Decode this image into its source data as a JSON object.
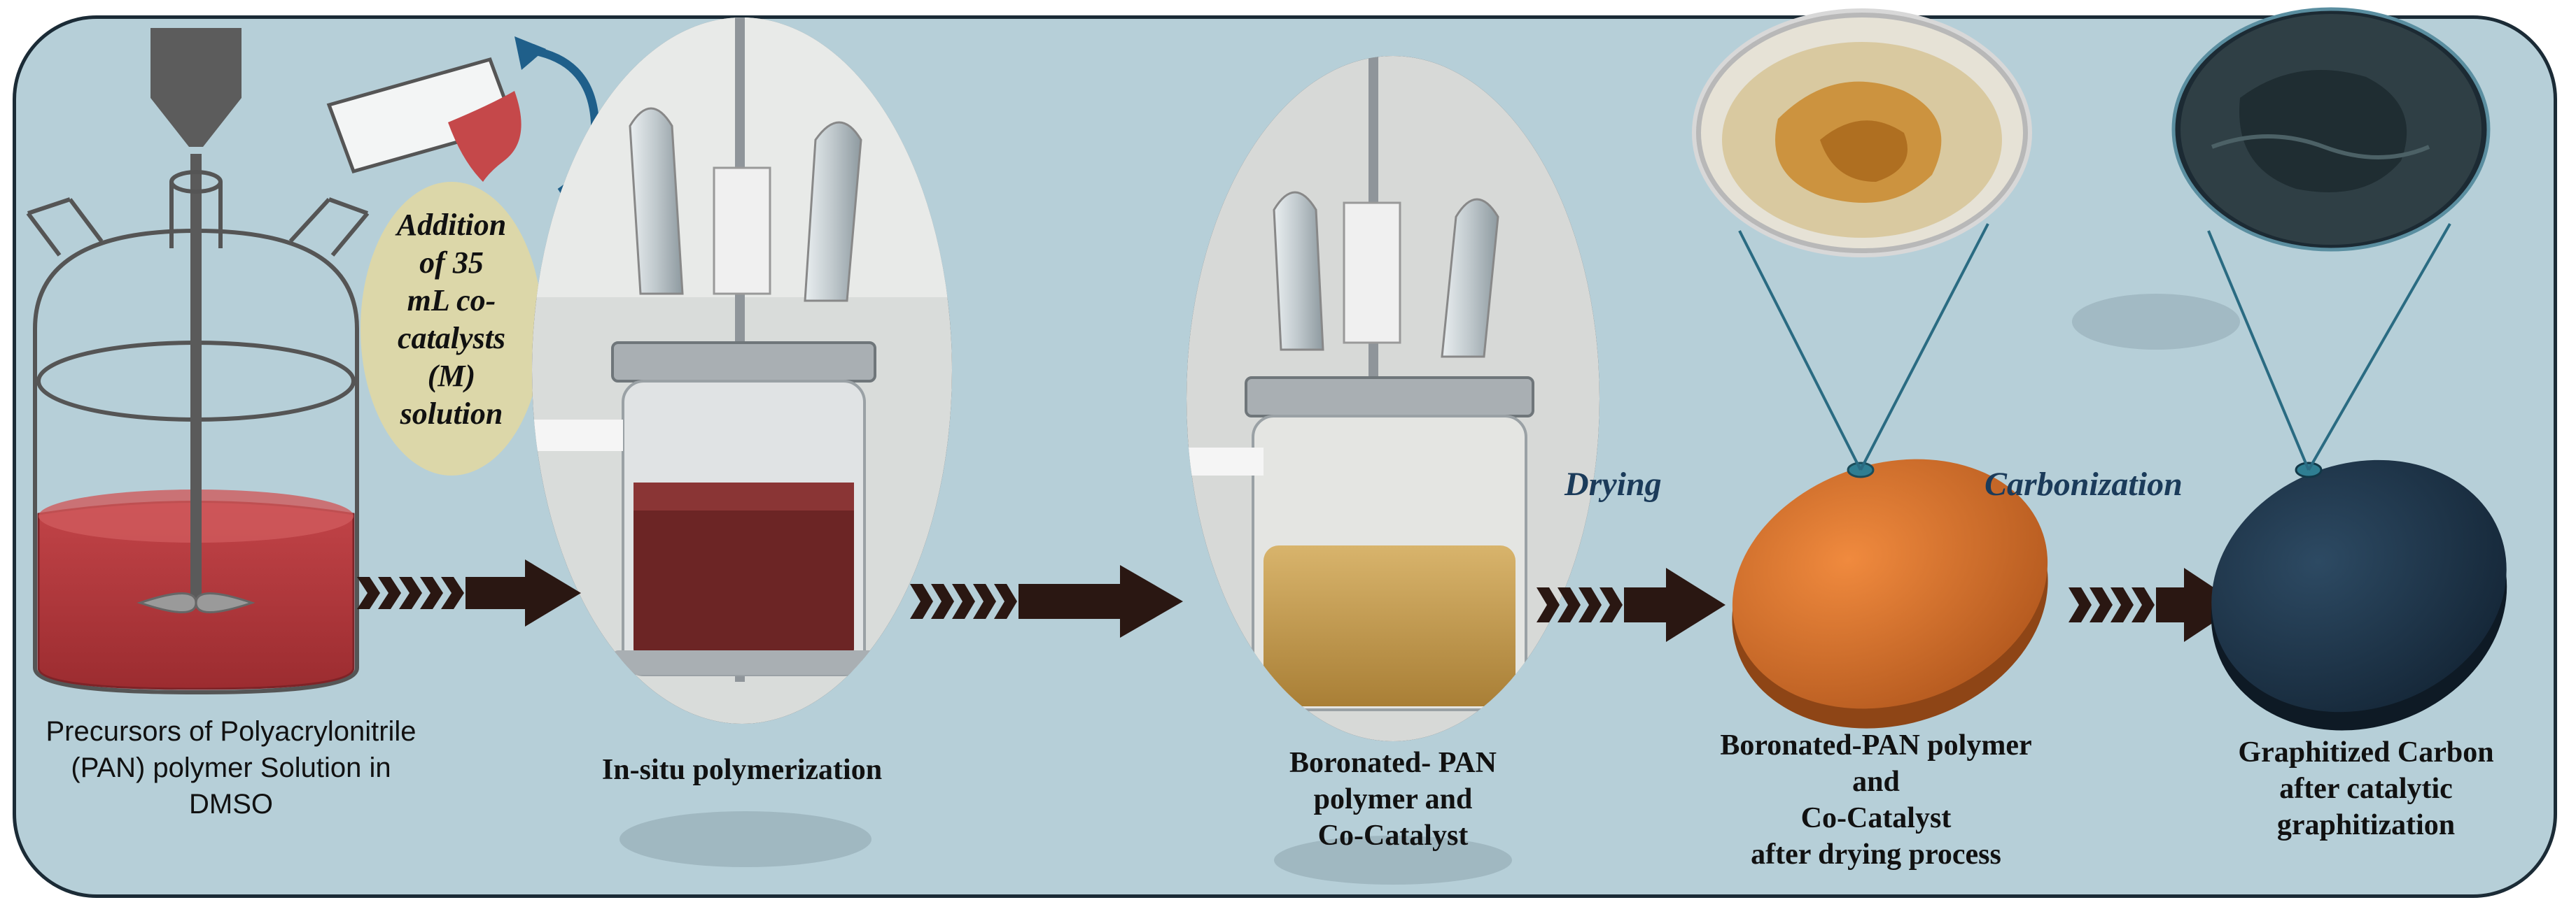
{
  "labels": {
    "precursor": [
      "Precursors of Polyacrylonitrile",
      "(PAN) polymer Solution in",
      "DMSO"
    ],
    "insitu": [
      "In-situ polymerization"
    ],
    "boronated": [
      "Boronated- PAN",
      "polymer and",
      "Co-Catalyst"
    ],
    "after_drying": [
      "Boronated-PAN polymer",
      "and",
      "Co-Catalyst",
      "after drying process"
    ],
    "graphitized": [
      "Graphitized Carbon",
      "after catalytic",
      "graphitization"
    ]
  },
  "callout": [
    "Addition",
    "of 35",
    "mL co-",
    "catalysts",
    "(M)",
    "solution"
  ],
  "steps": {
    "drying": "Drying",
    "carbonization": "Carbonization"
  },
  "colors": {
    "panel_bg": "#b6cfd8",
    "arrow": "#2a1712",
    "liquid_red": "#b8393c",
    "liquid_amber": "#c8a055",
    "disc_orange": "#d9702d",
    "disc_navy": "#1f3447",
    "callout_fill": "#dcd7a9"
  }
}
